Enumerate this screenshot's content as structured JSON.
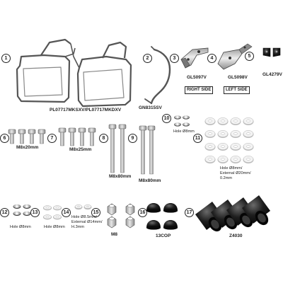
{
  "callouts": [
    "1",
    "2",
    "3",
    "4",
    "5",
    "6",
    "7",
    "8",
    "9",
    "10",
    "11",
    "12",
    "13",
    "14",
    "15",
    "16",
    "17"
  ],
  "parts": {
    "frames_code": "PL07717MKSXV/PL07717MKDXV",
    "bar_code": "GN8315SV",
    "right_bracket_code": "GL5097V",
    "right_side_label": "RIGHT SIDE",
    "left_bracket_code": "GL5098V",
    "left_side_label": "LEFT SIDE",
    "clip_code": "GL4279V",
    "bolt6_size": "M8x20mm",
    "bolt7_size": "M8x25mm",
    "bolt8_size": "M8x80mm",
    "bolt9_size": "M8x80mm",
    "washer10_note": "Hole Ø8mm",
    "washer11_note": [
      "Hole Ø8mm/",
      "External Ø20mm/",
      "0.2mm"
    ],
    "washer12_note": "Hole Ø8mm",
    "washer13_note": "Hole Ø8mm",
    "spacer14_note": [
      "Hole Ø8.5mm/",
      "External Ø14mm/",
      "H.3mm"
    ],
    "nut15_size": "M8",
    "cap16_code": "13COP",
    "tube17_code": "Z4030"
  }
}
